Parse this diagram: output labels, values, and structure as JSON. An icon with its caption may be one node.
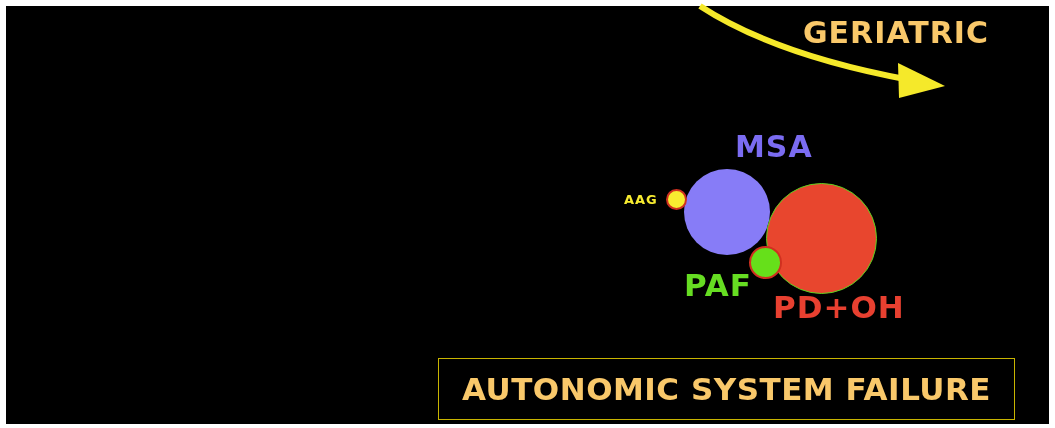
{
  "diagram": {
    "nodes": [
      {
        "text": [
          "MSA"
        ]
      },
      {
        "text": [
          "AAG"
        ]
      },
      {
        "text": [
          "PD+OH"
        ]
      },
      {
        "text": [
          "PAF"
        ]
      },
      {
        "text": [
          "AUTONOMIC SYSTEM FAILURE"
        ]
      }
    ],
    "labels": [
      "GERIATRIC"
    ]
  }
}
